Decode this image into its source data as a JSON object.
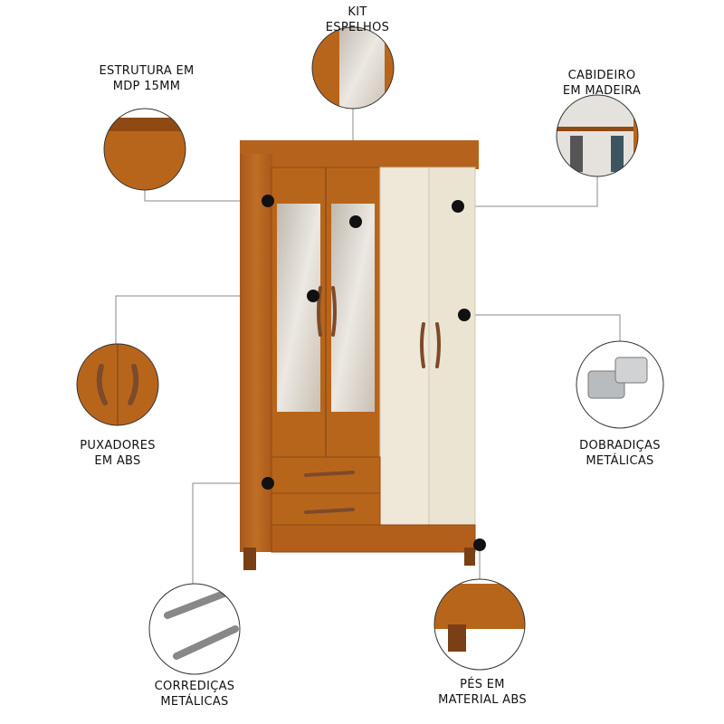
{
  "features": [
    {
      "id": "estrutura",
      "line1": "ESTRUTURA EM",
      "line2": "MDP 15MM"
    },
    {
      "id": "kit",
      "line1": "KIT",
      "line2": "ESPELHOS"
    },
    {
      "id": "cabideiro",
      "line1": "CABIDEIRO",
      "line2": "EM MADEIRA"
    },
    {
      "id": "puxadores",
      "line1": "PUXADORES",
      "line2": "EM ABS"
    },
    {
      "id": "dobradicas",
      "line1": "DOBRADIÇAS",
      "line2": "METÁLICAS"
    },
    {
      "id": "corredicas",
      "line1": "CORREDIÇAS",
      "line2": "METÁLICAS"
    },
    {
      "id": "pes",
      "line1": "PÉS EM",
      "line2": "MATERIAL ABS"
    }
  ],
  "colors": {
    "wood": "#b8651c",
    "wood_dark": "#8e4a12",
    "cream": "#efe8d8",
    "mirror": "#d9d4cc",
    "dot": "#111111",
    "line": "#888888"
  }
}
